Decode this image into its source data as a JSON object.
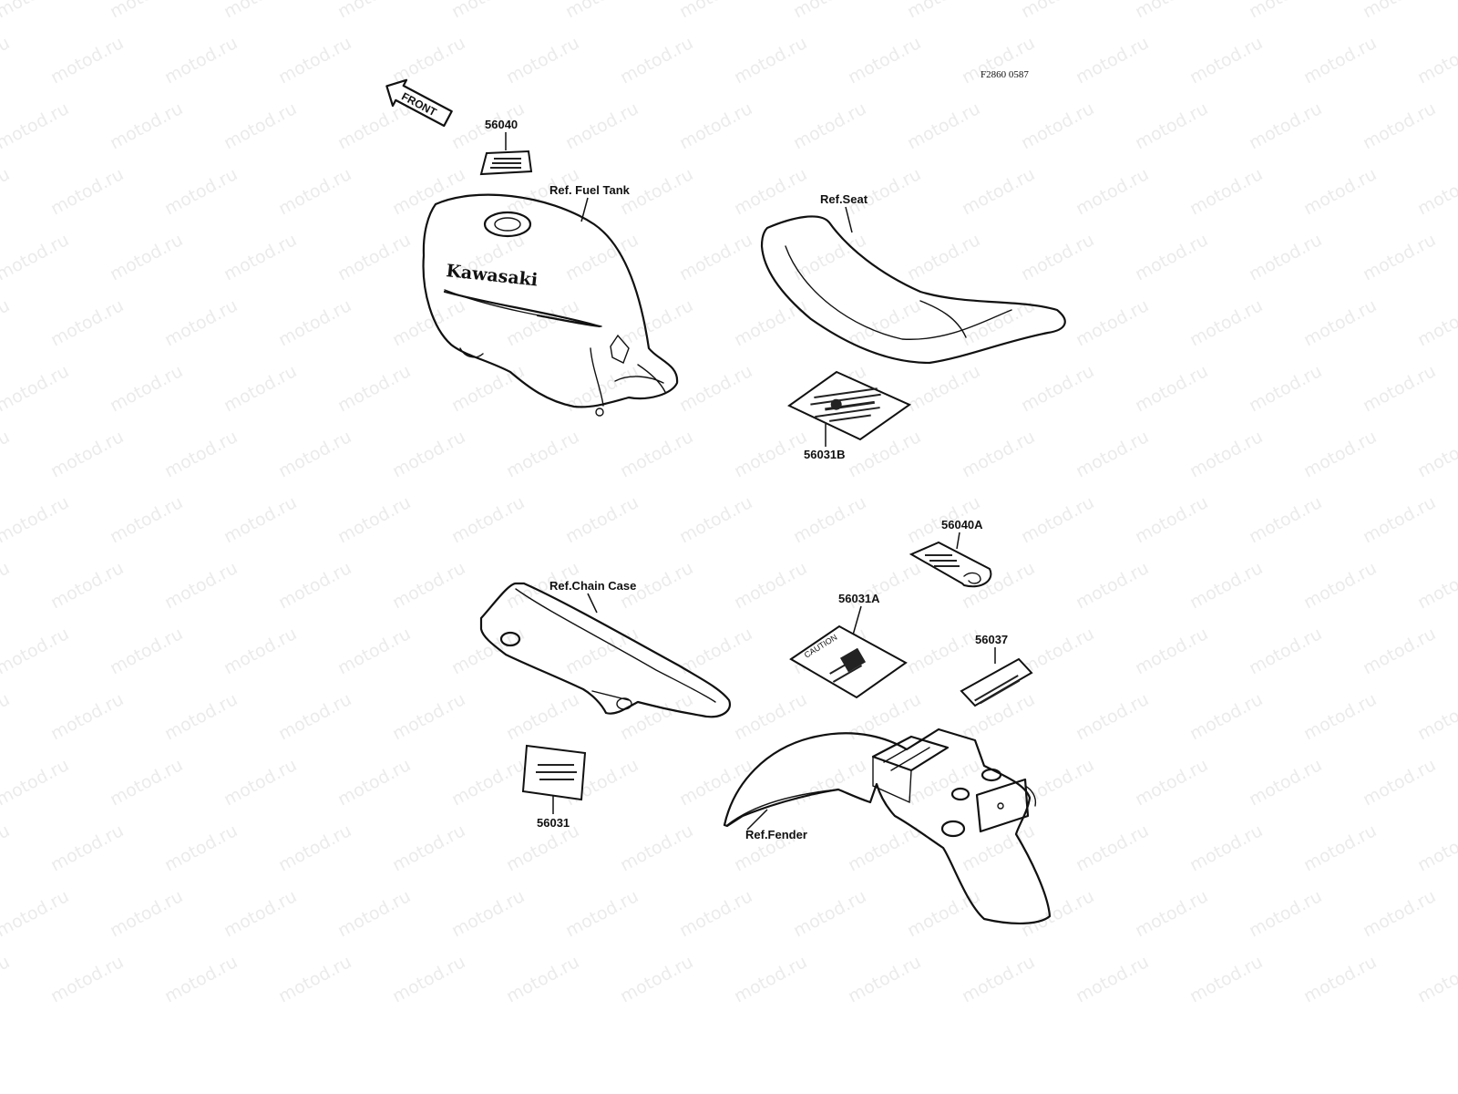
{
  "watermark": {
    "text": "motod.ru"
  },
  "figure_code": "F2860 0587",
  "front_arrow": {
    "text": "FRONT"
  },
  "brand": {
    "text": "Kawasaki"
  },
  "callouts": {
    "p56040": "56040",
    "fuel_tank": "Ref. Fuel Tank",
    "seat": "Ref.Seat",
    "p56031B": "56031B",
    "p56040A": "56040A",
    "chain_case": "Ref.Chain Case",
    "p56031A": "56031A",
    "p56037": "56037",
    "p56031": "56031",
    "fender": "Ref.Fender"
  },
  "caution_label": {
    "text": "CAUTION"
  }
}
